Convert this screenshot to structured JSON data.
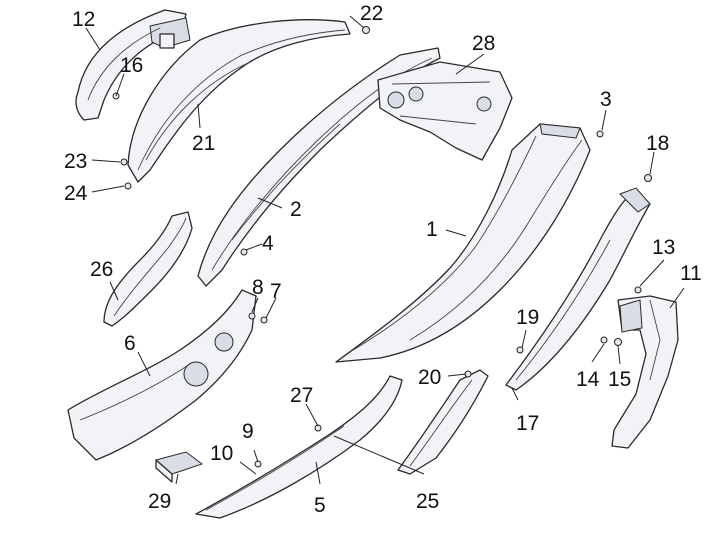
{
  "callouts": [
    {
      "id": "1",
      "label": "1"
    },
    {
      "id": "2",
      "label": "2"
    },
    {
      "id": "3",
      "label": "3"
    },
    {
      "id": "4",
      "label": "4"
    },
    {
      "id": "5",
      "label": "5"
    },
    {
      "id": "6",
      "label": "6"
    },
    {
      "id": "7",
      "label": "7"
    },
    {
      "id": "8",
      "label": "8"
    },
    {
      "id": "9",
      "label": "9"
    },
    {
      "id": "10",
      "label": "10"
    },
    {
      "id": "11",
      "label": "11"
    },
    {
      "id": "12",
      "label": "12"
    },
    {
      "id": "13",
      "label": "13"
    },
    {
      "id": "14",
      "label": "14"
    },
    {
      "id": "15",
      "label": "15"
    },
    {
      "id": "16",
      "label": "16"
    },
    {
      "id": "17",
      "label": "17"
    },
    {
      "id": "18",
      "label": "18"
    },
    {
      "id": "19",
      "label": "19"
    },
    {
      "id": "20",
      "label": "20"
    },
    {
      "id": "21",
      "label": "21"
    },
    {
      "id": "22",
      "label": "22"
    },
    {
      "id": "23",
      "label": "23"
    },
    {
      "id": "24",
      "label": "24"
    },
    {
      "id": "25",
      "label": "25"
    },
    {
      "id": "26",
      "label": "26"
    },
    {
      "id": "27",
      "label": "27"
    },
    {
      "id": "28",
      "label": "28"
    },
    {
      "id": "29",
      "label": "29"
    }
  ]
}
